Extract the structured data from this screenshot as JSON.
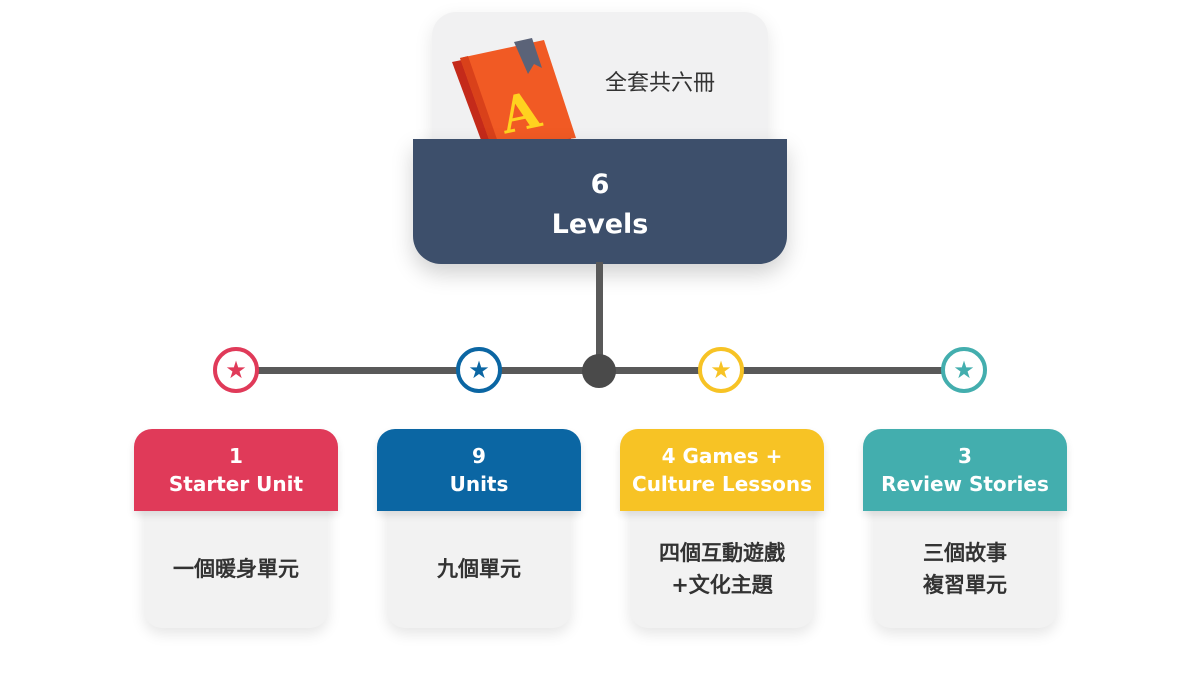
{
  "top": {
    "caption": "全套共六冊",
    "book_letter": "A",
    "count": "6",
    "label": "Levels"
  },
  "colors": {
    "dark_panel": "#3d4f6b",
    "connector": "#595959",
    "book_cover": "#f15a24",
    "book_letter": "#ffd21f"
  },
  "cards": [
    {
      "color": "#e03a59",
      "star_icon": "star-icon",
      "head_line1": "1",
      "head_line2": "Starter Unit",
      "body_line1": "一個暖身單元",
      "body_line2": ""
    },
    {
      "color": "#0b66a3",
      "star_icon": "star-icon",
      "head_line1": "9",
      "head_line2": "Units",
      "body_line1": "九個單元",
      "body_line2": ""
    },
    {
      "color": "#f7c325",
      "star_icon": "star-icon",
      "head_line1": "4 Games +",
      "head_line2": "Culture Lessons",
      "body_line1": "四個互動遊戲",
      "body_line2": "+文化主題"
    },
    {
      "color": "#43aeae",
      "star_icon": "star-icon",
      "head_line1": "3",
      "head_line2": "Review Stories",
      "body_line1": "三個故事",
      "body_line2": "複習單元"
    }
  ]
}
